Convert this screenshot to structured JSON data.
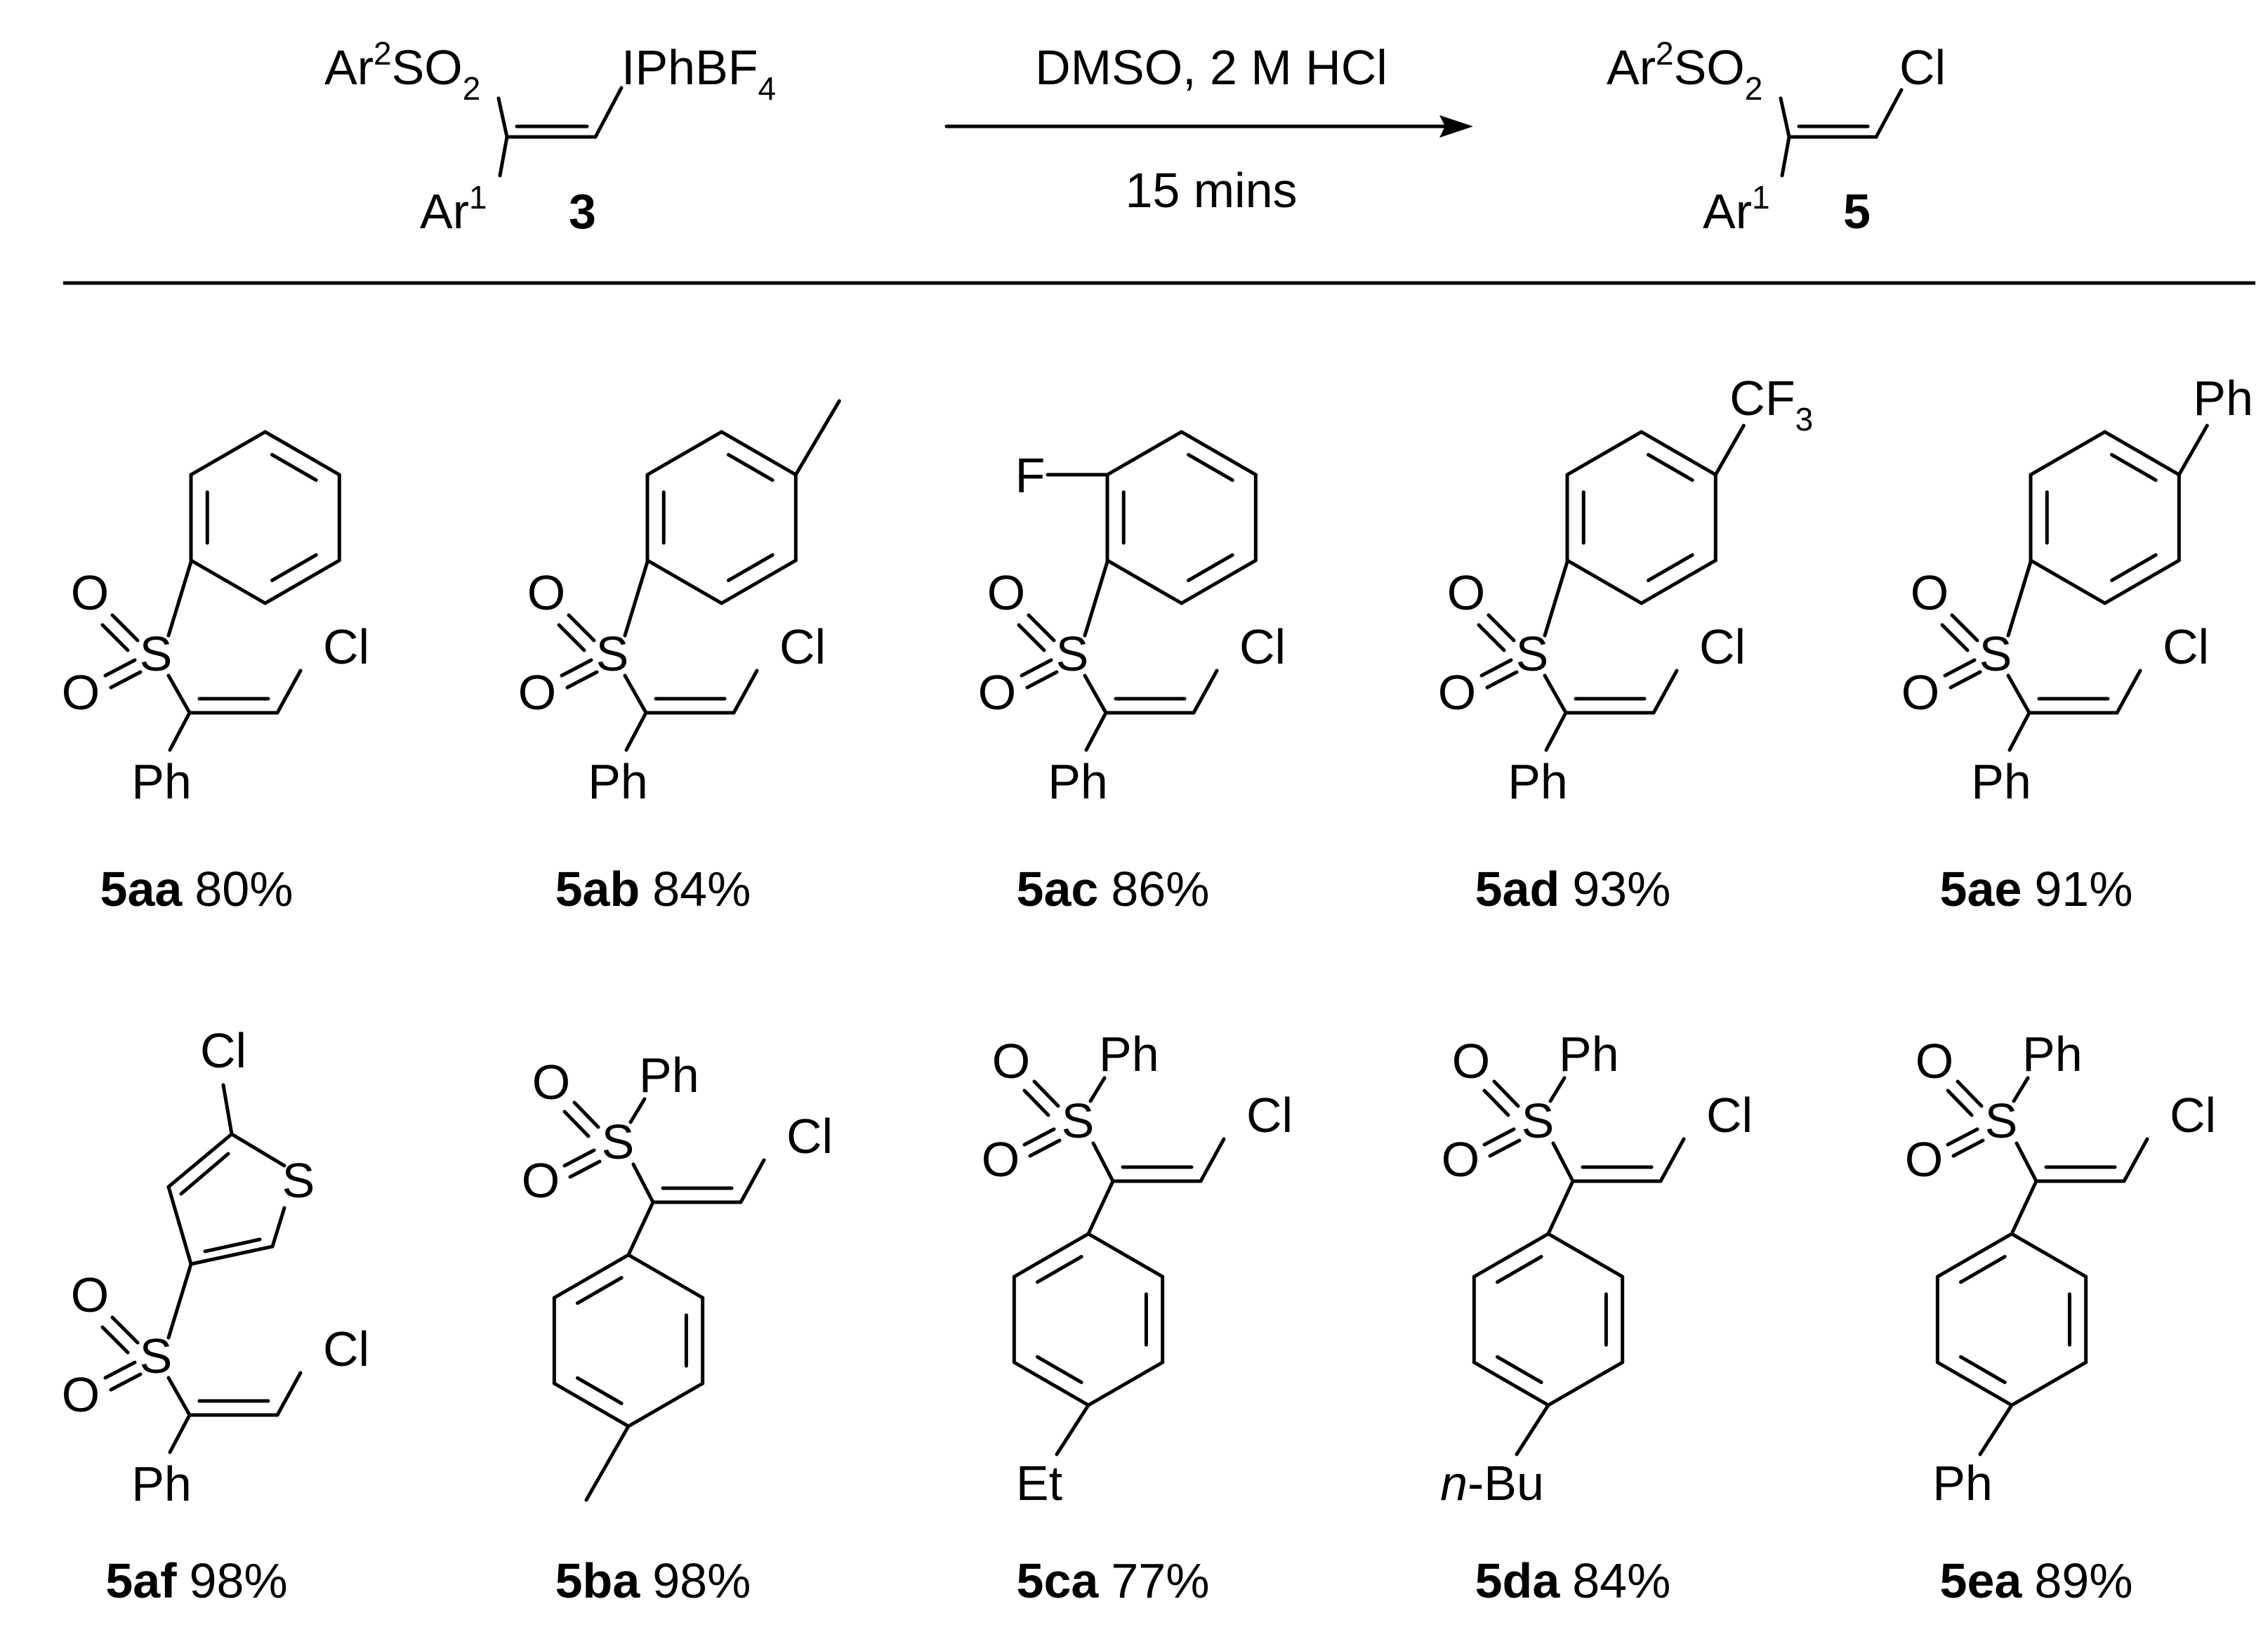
{
  "scheme": {
    "reactant": {
      "ar2so2": "Ar",
      "sup2": "2",
      "so": "SO",
      "sub2": "2",
      "iodonium": "IPhBF",
      "sub4": "4",
      "ar1": "Ar",
      "sup1": "1",
      "id": "3"
    },
    "conditions": {
      "top": "DMSO, 2 M HCl",
      "bottom": "15 mins"
    },
    "product": {
      "ar2so2": "Ar",
      "sup2": "2",
      "so": "SO",
      "sub2": "2",
      "cl": "Cl",
      "ar1": "Ar",
      "sup1": "1",
      "id": "5"
    }
  },
  "compounds": [
    {
      "id": "5aa",
      "yield": "80%",
      "aryl": "phenyl",
      "ar1": "Ph",
      "substituent": ""
    },
    {
      "id": "5ab",
      "yield": "84%",
      "aryl": "4-methylphenyl",
      "ar1": "Ph",
      "substituent": ""
    },
    {
      "id": "5ac",
      "yield": "86%",
      "aryl": "2-fluorophenyl",
      "ar1": "Ph",
      "substituent": "F"
    },
    {
      "id": "5ad",
      "yield": "93%",
      "aryl": "4-CF3-phenyl",
      "ar1": "Ph",
      "substituent": "CF",
      "substituent_sub": "3"
    },
    {
      "id": "5ae",
      "yield": "91%",
      "aryl": "4-biphenyl",
      "ar1": "Ph",
      "substituent": "Ph"
    },
    {
      "id": "5af",
      "yield": "98%",
      "aryl": "5-chlorothiophen-3-yl",
      "ar1": "Ph",
      "substituent": "Cl",
      "hetero": "S"
    },
    {
      "id": "5ba",
      "yield": "98%",
      "ar2": "Ph",
      "ar1_para": ""
    },
    {
      "id": "5ca",
      "yield": "77%",
      "ar2": "Ph",
      "ar1_para": "Et"
    },
    {
      "id": "5da",
      "yield": "84%",
      "ar2": "Ph",
      "ar1_para": "-Bu",
      "ar1_para_prefix": "n"
    },
    {
      "id": "5ea",
      "yield": "89%",
      "ar2": "Ph",
      "ar1_para": "Ph"
    }
  ],
  "atoms": {
    "s": "S",
    "o": "O",
    "cl": "Cl"
  }
}
